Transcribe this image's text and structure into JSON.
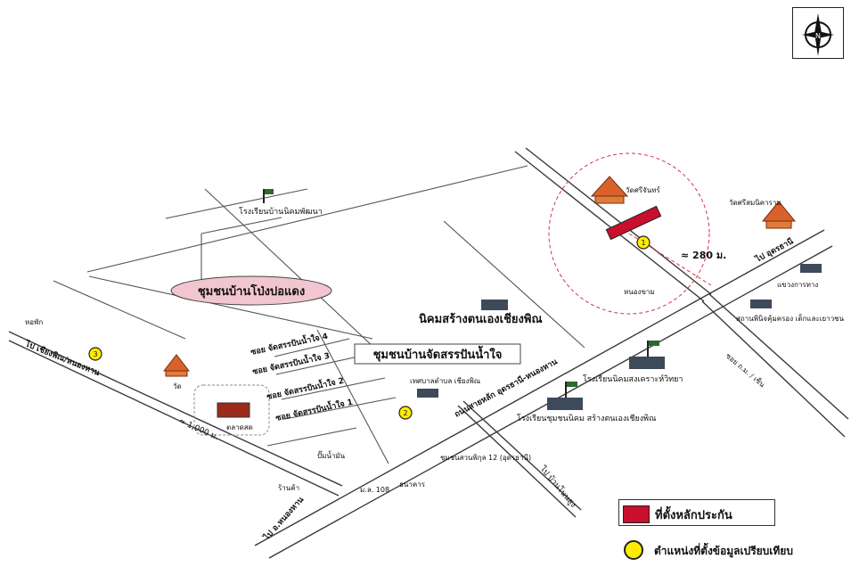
{
  "map": {
    "labels": {
      "school_top": "โรงเรียนบ้านนิคมพัฒนา",
      "community_1": "ชุมชนบ้านโป่งปอแดง",
      "community_2": "ชุมชนบ้านจัดสรรปันน้ำใจ",
      "estate": "นิคมสร้างตนเองเชียงพิณ",
      "temple_north": "วัดศรีจันทร์",
      "temple_east": "วัดศรีสมนิคาราม",
      "distance_280": "≈ 280 ม.",
      "distance_1000": "≈ 1,000 ม.",
      "road_udon_right": "ไป อุดรธานี",
      "road_left": "ไป เชียงพิณ/หนองหาน",
      "road_bottom_left": "ไป อ.หนองหาน",
      "road_bottom_right": "ไป บ้านโนนสูง",
      "highway": "ถนนสายหลัก อุดรธานี-หนองหาน",
      "school_lower": "โรงเรียนชุมชนนิคม สร้างตนเองเชียงพิณ",
      "school_mid": "โรงเรียนนิคมสงเคราะห์วิทยา",
      "office": "เทศบาลตำบล เชียงพิณ",
      "clinic": "สถานพินิจคุ้มครอง เด็กและเยาวชน",
      "road_a": "ซอย จัดสรรปันน้ำใจ 4",
      "road_b": "ซอย จัดสรรปันน้ำใจ 3",
      "road_c": "ซอย จัดสรรปันน้ำใจ 2",
      "road_d": "ซอย จัดสรรปันน้ำใจ 1",
      "market": "ตลาดสด",
      "wat_left": "วัด",
      "km_marker": "ม.ล. 108",
      "hotel": "หอพัก",
      "gas": "ปั๊มน้ำมัน",
      "shop": "ร้านค้า",
      "bank": "ธนาคาร",
      "sub_office": "ชุมชนสวนพิกุล 12 (อุดรธานี)",
      "right_road": "หนองขาม",
      "right_small": "ซอย ถ.ม. / เซ็น",
      "tech": "แขวงการทาง"
    },
    "markers": [
      "1",
      "2",
      "3"
    ]
  },
  "legend": {
    "collateral": "ที่ตั้งหลักประกัน",
    "comparable": "ตำแหน่งที่ตั้งข้อมูลเปรียบเทียบ",
    "collateral_color": "#c8102e",
    "comparable_color": "#ffeb00"
  },
  "compass": {
    "letter": "N"
  }
}
